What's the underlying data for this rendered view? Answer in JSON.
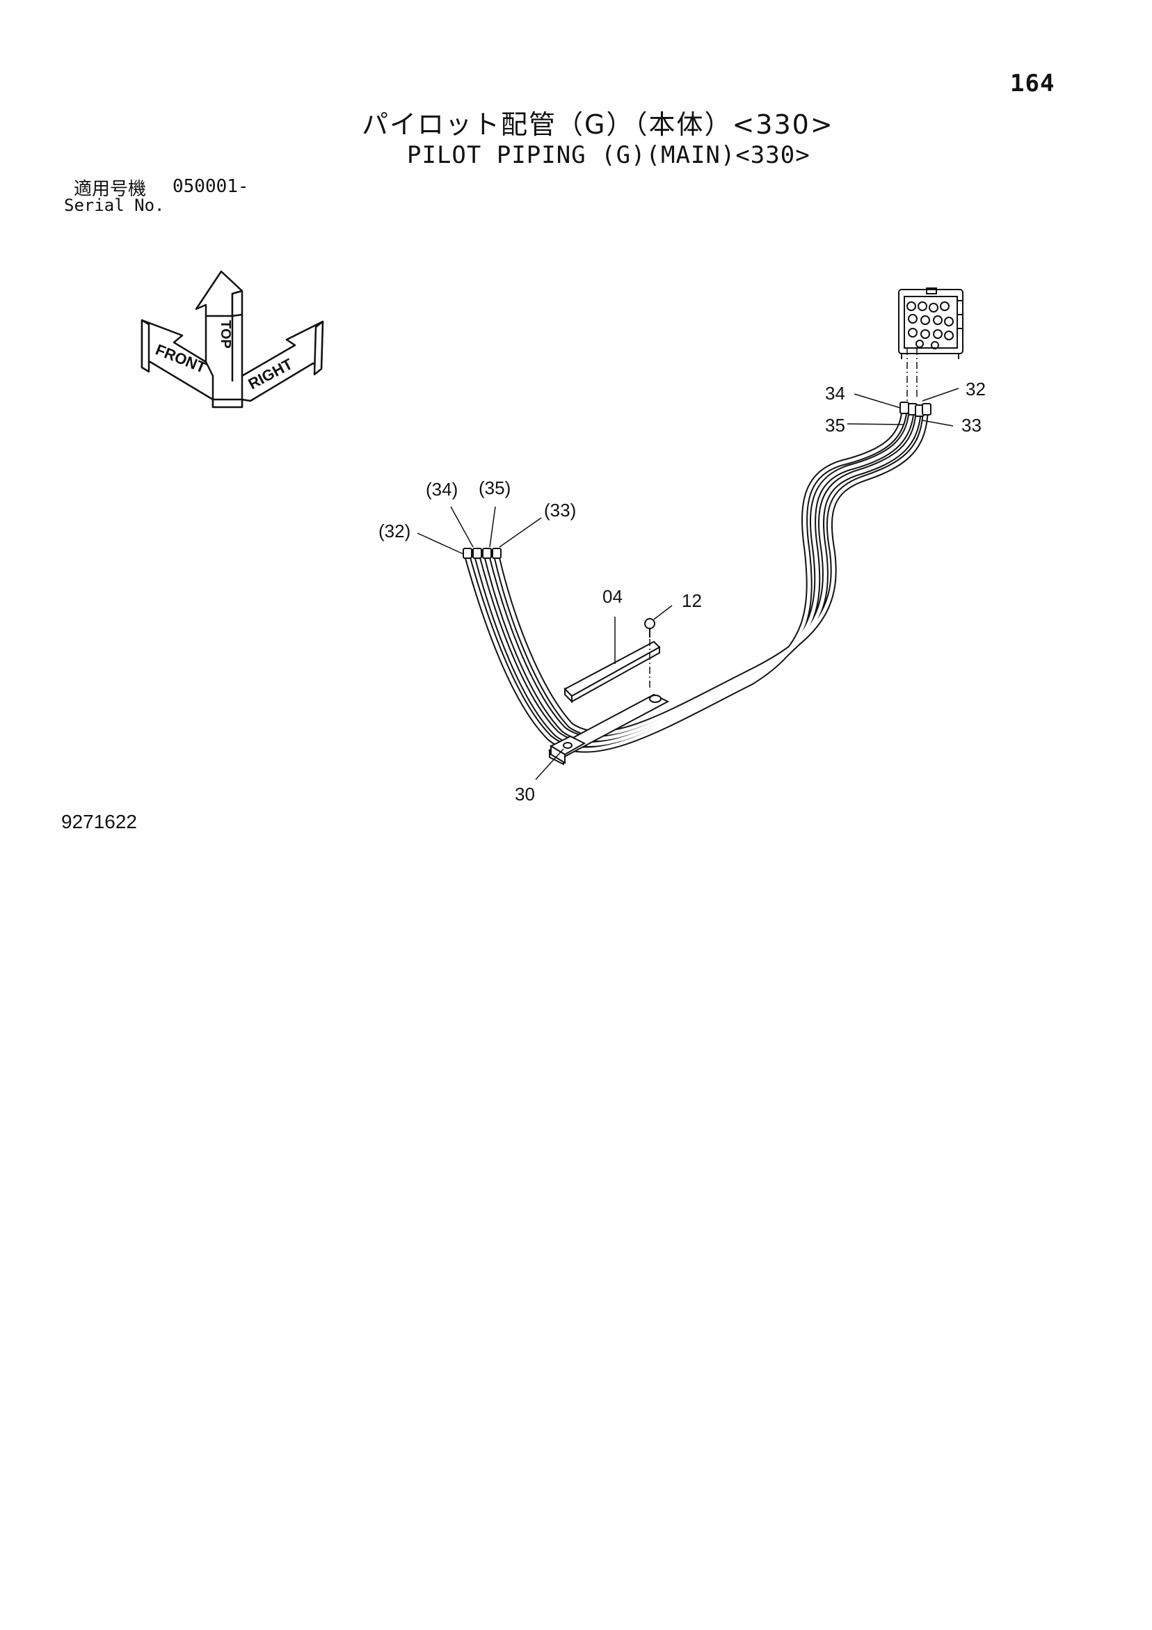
{
  "page": {
    "number": "164",
    "title_jp": "パイロット配管（G）（本体）<330>",
    "title_en": "PILOT PIPING (G)(MAIN)<330>",
    "serial_label_jp": "適用号機",
    "serial_range": "050001-",
    "serial_label_en": "Serial No.",
    "drawing_code": "9271622"
  },
  "orientation": {
    "top": "TOP",
    "front": "FRONT",
    "right": "RIGHT"
  },
  "callouts": {
    "c34": "34",
    "c32": "32",
    "c35": "35",
    "c33": "33",
    "p34": "(34)",
    "p35": "(35)",
    "p33": "(33)",
    "p32": "(32)",
    "c04": "04",
    "c12": "12",
    "c30": "30"
  }
}
